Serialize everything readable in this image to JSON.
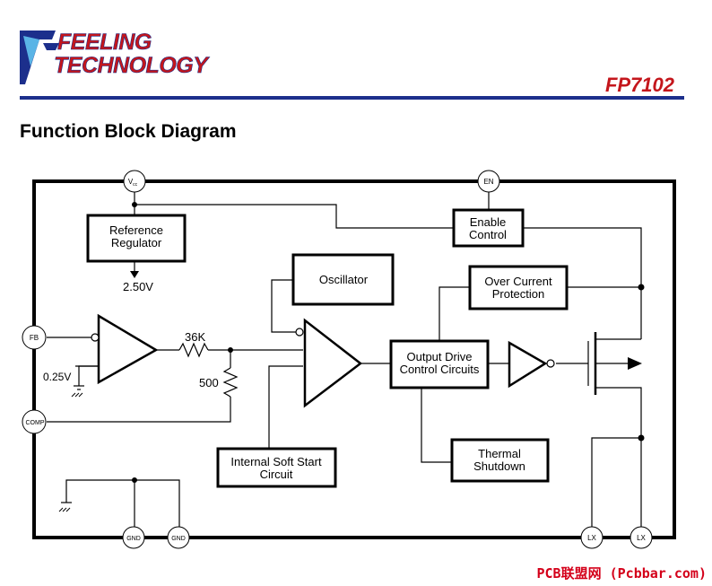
{
  "header": {
    "company_line1": "FEELING",
    "company_line2": "TECHNOLOGY",
    "part_number": "FP7102",
    "section_title": "Function Block Diagram"
  },
  "blocks": {
    "reference_regulator": [
      "Reference",
      "Regulator"
    ],
    "enable_control": [
      "Enable",
      "Control"
    ],
    "oscillator": [
      "Oscillator"
    ],
    "over_current_protection": [
      "Over Current",
      "Protection"
    ],
    "output_drive": [
      "Output Drive",
      "Control Circuits"
    ],
    "internal_soft_start": [
      "Internal Soft Start",
      "Circuit"
    ],
    "thermal_shutdown": [
      "Thermal",
      "Shutdown"
    ]
  },
  "pins": {
    "vcc_main": "V",
    "vcc_sub": "cc",
    "en": "EN",
    "fb": "FB",
    "comp": "COMP",
    "gnd1": "GND",
    "gnd2": "GND",
    "lx1": "LX",
    "lx2": "LX"
  },
  "labels": {
    "ref_voltage": "2.50V",
    "resistor_top": "36K",
    "resistor_bottom": "500",
    "bias_voltage": "0.25V"
  },
  "watermark": "PCB联盟网 (Pcbbar.com)",
  "colors": {
    "brand_red": "#c4161c",
    "brand_blue": "#1c2f8c",
    "watermark_red": "#d4001a"
  }
}
